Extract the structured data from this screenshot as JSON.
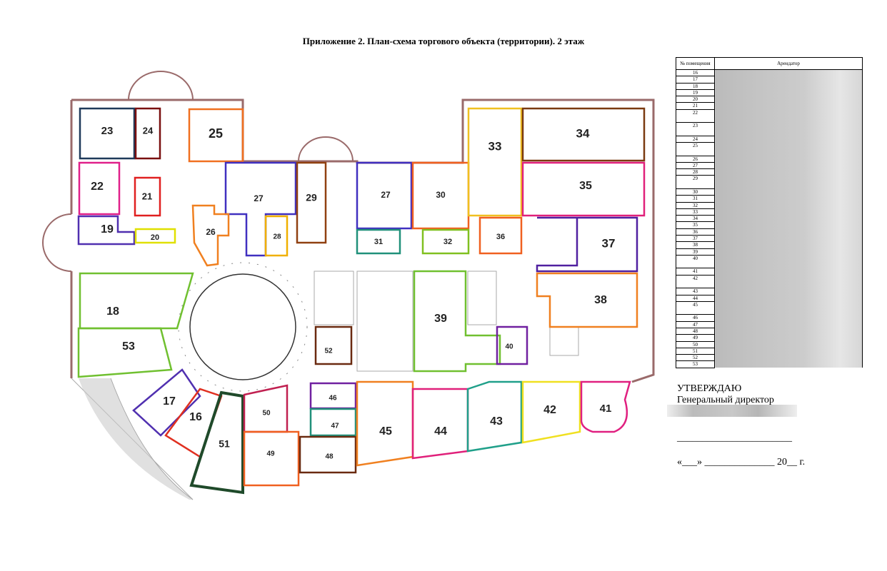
{
  "title": "Приложение 2. План-схема торгового объекта (территории). 2 этаж",
  "plan": {
    "rooms": {
      "r16": "16",
      "r17": "17",
      "r18": "18",
      "r19": "19",
      "r20": "20",
      "r21": "21",
      "r22": "22",
      "r23": "23",
      "r24": "24",
      "r25": "25",
      "r26": "26",
      "r27a": "27",
      "r27b": "27",
      "r28": "28",
      "r29": "29",
      "r30": "30",
      "r31": "31",
      "r32": "32",
      "r33": "33",
      "r34": "34",
      "r35": "35",
      "r36": "36",
      "r37": "37",
      "r38": "38",
      "r39": "39",
      "r40": "40",
      "r41": "41",
      "r42": "42",
      "r43": "43",
      "r44": "44",
      "r45": "45",
      "r46": "46",
      "r47": "47",
      "r48": "48",
      "r49": "49",
      "r50": "50",
      "r51": "51",
      "r52": "52",
      "r53": "53"
    }
  },
  "table": {
    "header_number": "№ помещения",
    "header_tenant": "Арендатор",
    "rows": [
      "16",
      "17",
      "18",
      "19",
      "20",
      "21",
      "22",
      "23",
      "24",
      "25",
      "26",
      "27",
      "28",
      "29",
      "30",
      "31",
      "32",
      "33",
      "34",
      "35",
      "36",
      "37",
      "38",
      "39",
      "40",
      "41",
      "42",
      "43",
      "44",
      "45",
      "46",
      "47",
      "48",
      "49",
      "50",
      "51",
      "52",
      "53"
    ]
  },
  "approval": {
    "approve": "УТВЕРЖДАЮ",
    "position": "Генеральный директор",
    "signature_line": "_______________________",
    "date_line": "«___» ______________ 20__ г."
  }
}
